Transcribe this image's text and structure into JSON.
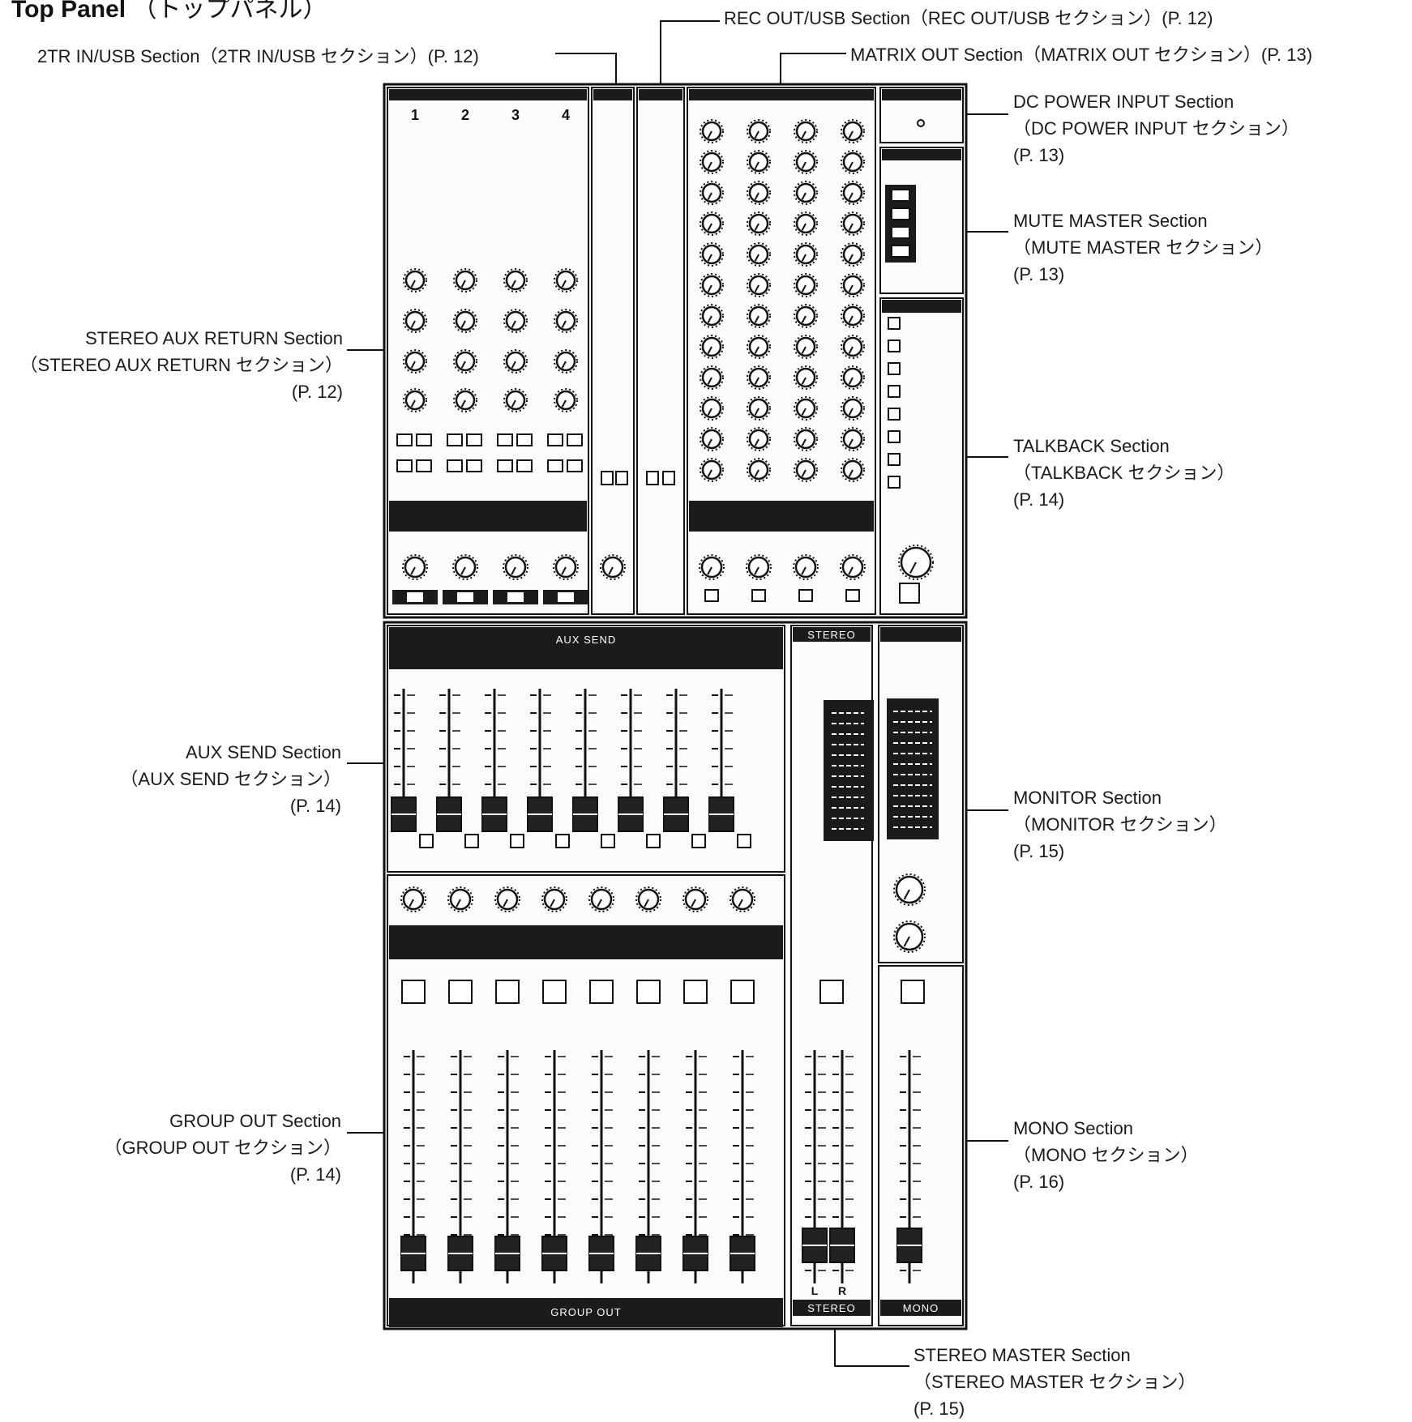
{
  "title": {
    "main": "Top Panel",
    "jp": "（トップパネル）"
  },
  "callouts": {
    "rec_out": [
      "REC OUT/USB Section（REC OUT/USB セクション）(P. 12)"
    ],
    "two_tr": [
      "2TR IN/USB Section（2TR IN/USB セクション）(P. 12)"
    ],
    "matrix_out": [
      "MATRIX OUT Section（MATRIX OUT セクション）(P. 13)"
    ],
    "dc_power": [
      "DC POWER INPUT Section",
      "（DC POWER INPUT セクション）",
      "(P. 13)"
    ],
    "mute_master": [
      "MUTE MASTER Section",
      "（MUTE MASTER セクション）",
      "(P. 13)"
    ],
    "stereo_aux_return": [
      "STEREO AUX RETURN Section",
      "（STEREO AUX RETURN セクション）",
      "(P. 12)"
    ],
    "talkback": [
      "TALKBACK Section",
      "（TALKBACK セクション）",
      "(P. 14)"
    ],
    "aux_send": [
      "AUX SEND Section",
      "（AUX SEND セクション）",
      "(P. 14)"
    ],
    "monitor": [
      "MONITOR Section",
      "（MONITOR セクション）",
      "(P. 15)"
    ],
    "group_out": [
      "GROUP OUT Section",
      "（GROUP OUT セクション）",
      "(P. 14)"
    ],
    "mono": [
      "MONO Section",
      "（MONO セクション）",
      "(P. 16)"
    ],
    "stereo_master": [
      "STEREO MASTER Section",
      "（STEREO MASTER セクション）",
      "(P. 15)"
    ]
  },
  "panel": {
    "aux_return_numbers": [
      "1",
      "2",
      "3",
      "4"
    ],
    "aux_send_label": "AUX SEND",
    "group_out_label": "GROUP OUT",
    "stereo_label": "STEREO",
    "mono_label": "MONO",
    "fader_lr": [
      "L",
      "R"
    ]
  }
}
